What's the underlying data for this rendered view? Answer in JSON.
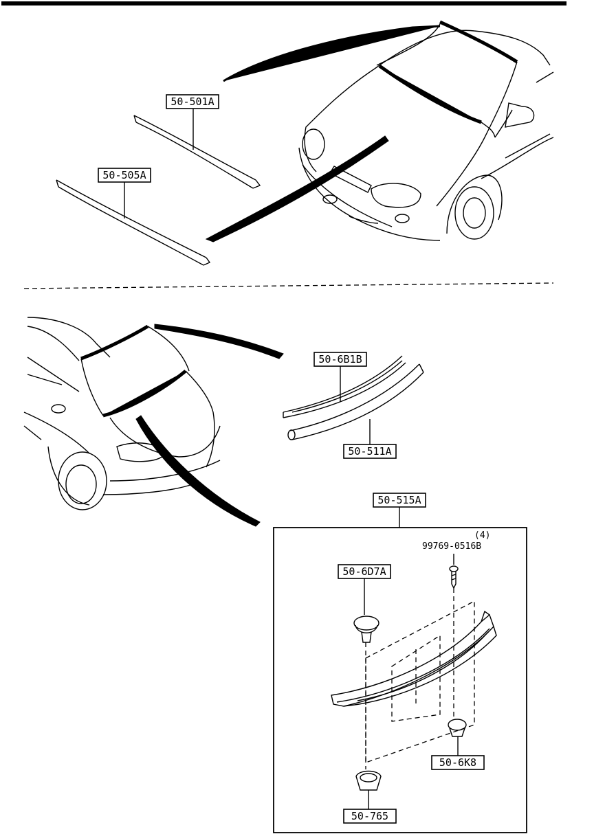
{
  "labels": {
    "front_outer": "50-501A",
    "front_inner": "50-505A",
    "rear_outer": "50-6B1B",
    "rear_inner": "50-511A",
    "rear_spoiler": "50-515A",
    "clip_upper": "50-6D7A",
    "screw_part": "99769-0516B",
    "screw_qty": "(4)",
    "clip_lower_right": "50-6K8",
    "clip_lower_left": "50-765"
  }
}
